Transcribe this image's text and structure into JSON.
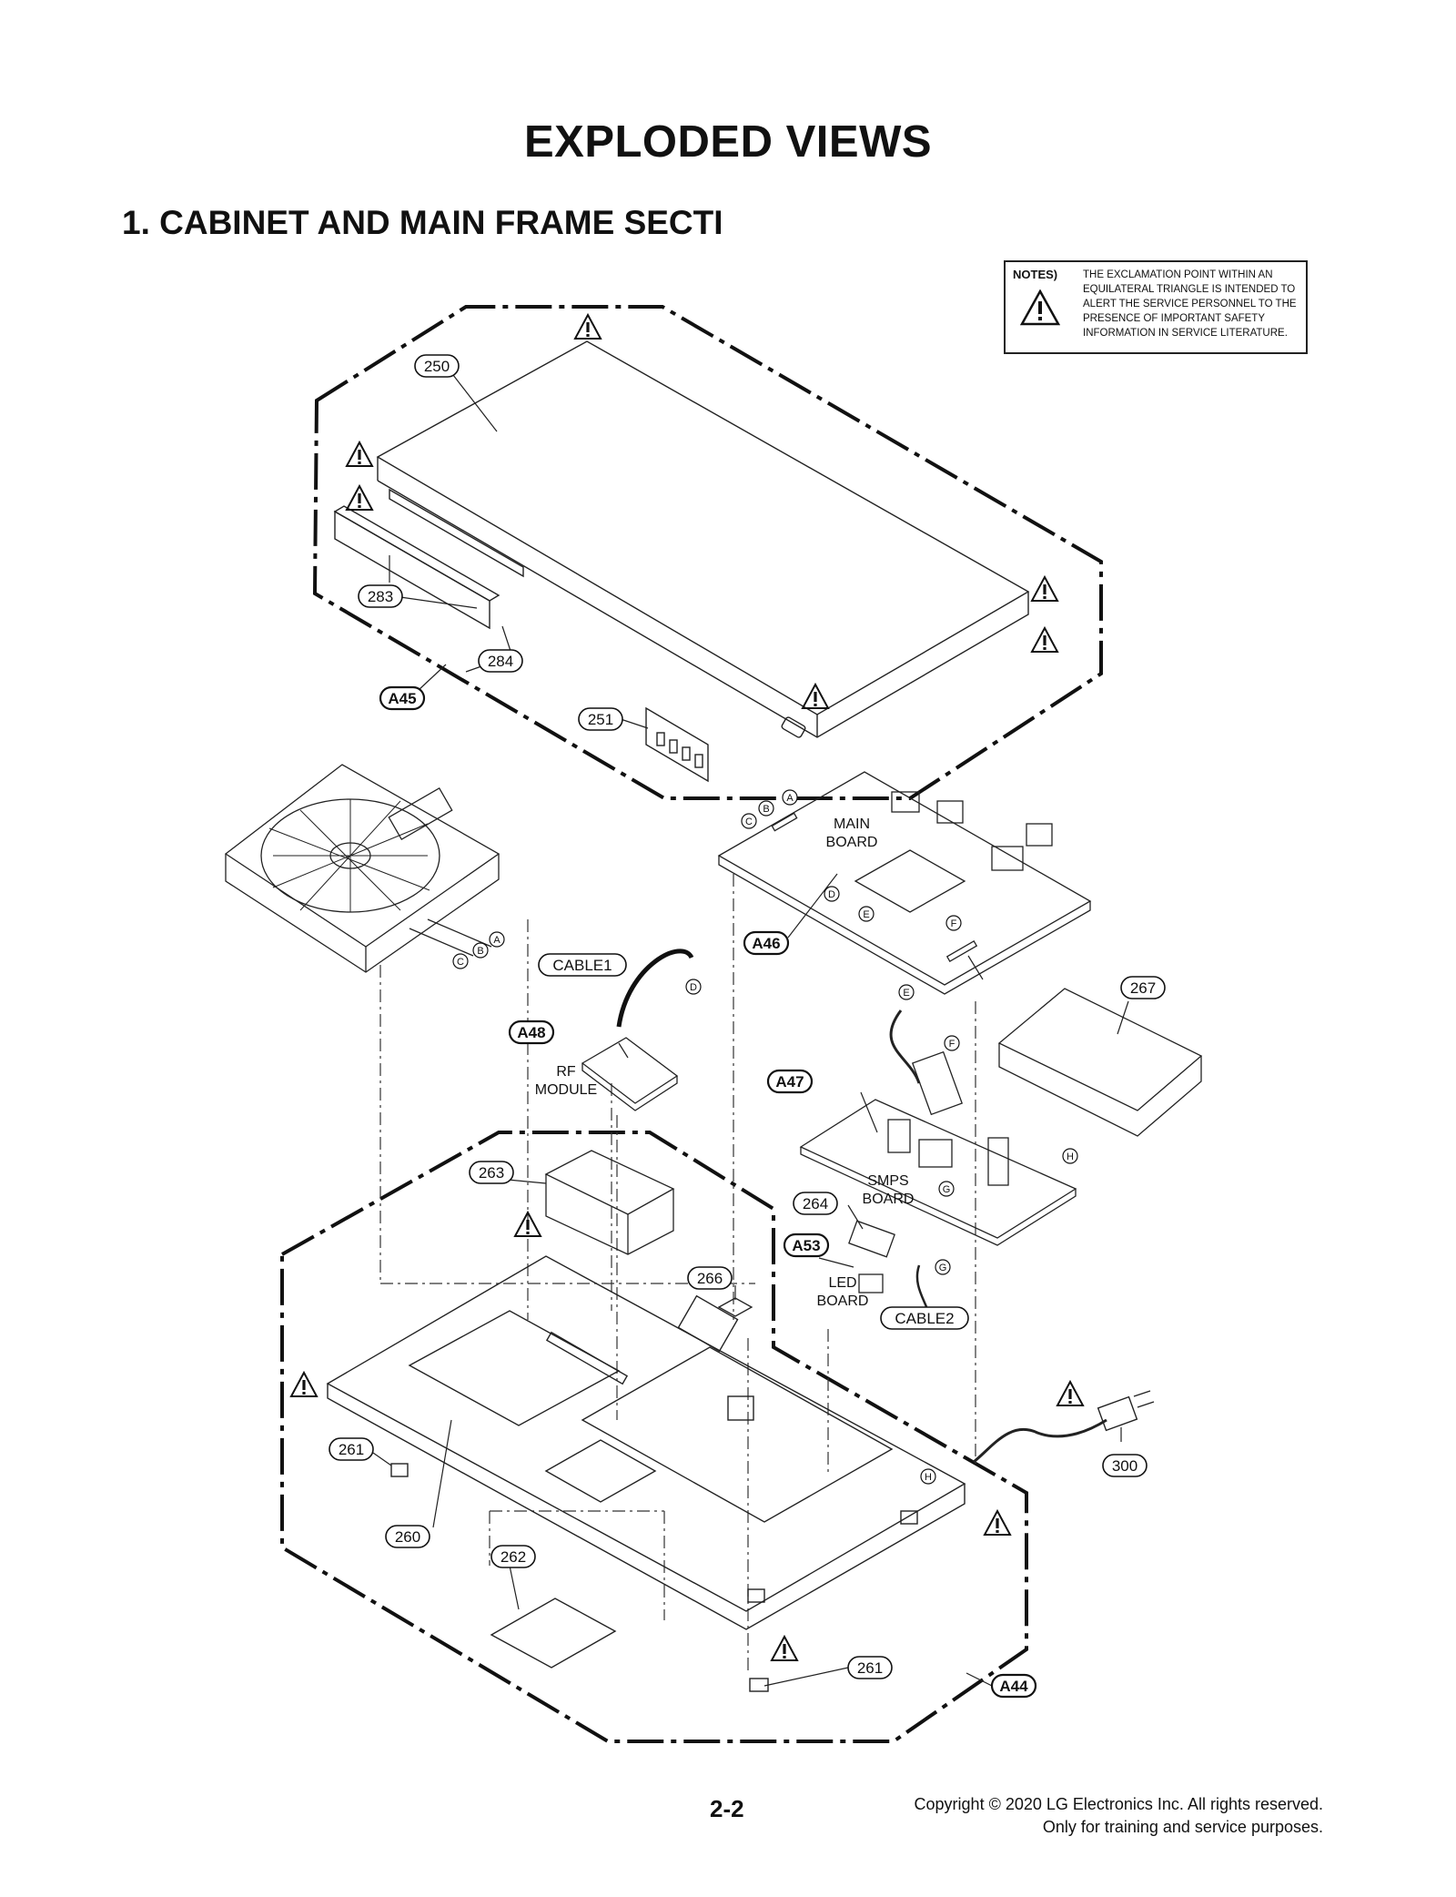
{
  "header": {
    "title": "EXPLODED VIEWS",
    "section": "1. CABINET AND MAIN FRAME SECTI"
  },
  "notes": {
    "label": "NOTES)",
    "text": "THE EXCLAMATION POINT WITHIN AN EQUILATERAL TRIANGLE IS INTENDED TO ALERT THE SERVICE PERSONNEL TO THE PRESENCE OF IMPORTANT SAFETY INFORMATION IN SERVICE LITERATURE."
  },
  "part_labels": {
    "p250": "250",
    "p283": "283",
    "p284": "284",
    "p251": "251",
    "p267": "267",
    "p263": "263",
    "p264": "264",
    "p266": "266",
    "p261a": "261",
    "p261b": "261",
    "p260": "260",
    "p262": "262",
    "p300": "300",
    "cable1": "CABLE1",
    "cable2": "CABLE2"
  },
  "assembly_labels": {
    "a45": "A45",
    "a46": "A46",
    "a47": "A47",
    "a48": "A48",
    "a53": "A53",
    "a44": "A44"
  },
  "board_labels": {
    "main1": "MAIN",
    "main2": "BOARD",
    "rf1": "RF",
    "rf2": "MODULE",
    "smps1": "SMPS",
    "smps2": "BOARD",
    "led1": "LED",
    "led2": "BOARD"
  },
  "connectors": {
    "a": "A",
    "b": "B",
    "c": "C",
    "d": "D",
    "e": "E",
    "f": "F",
    "g": "G",
    "h": "H"
  },
  "footer": {
    "page_number": "2-2",
    "copyright_line1": "Copyright © 2020 LG Electronics Inc. All rights reserved.",
    "copyright_line2": "Only for training and service purposes."
  }
}
